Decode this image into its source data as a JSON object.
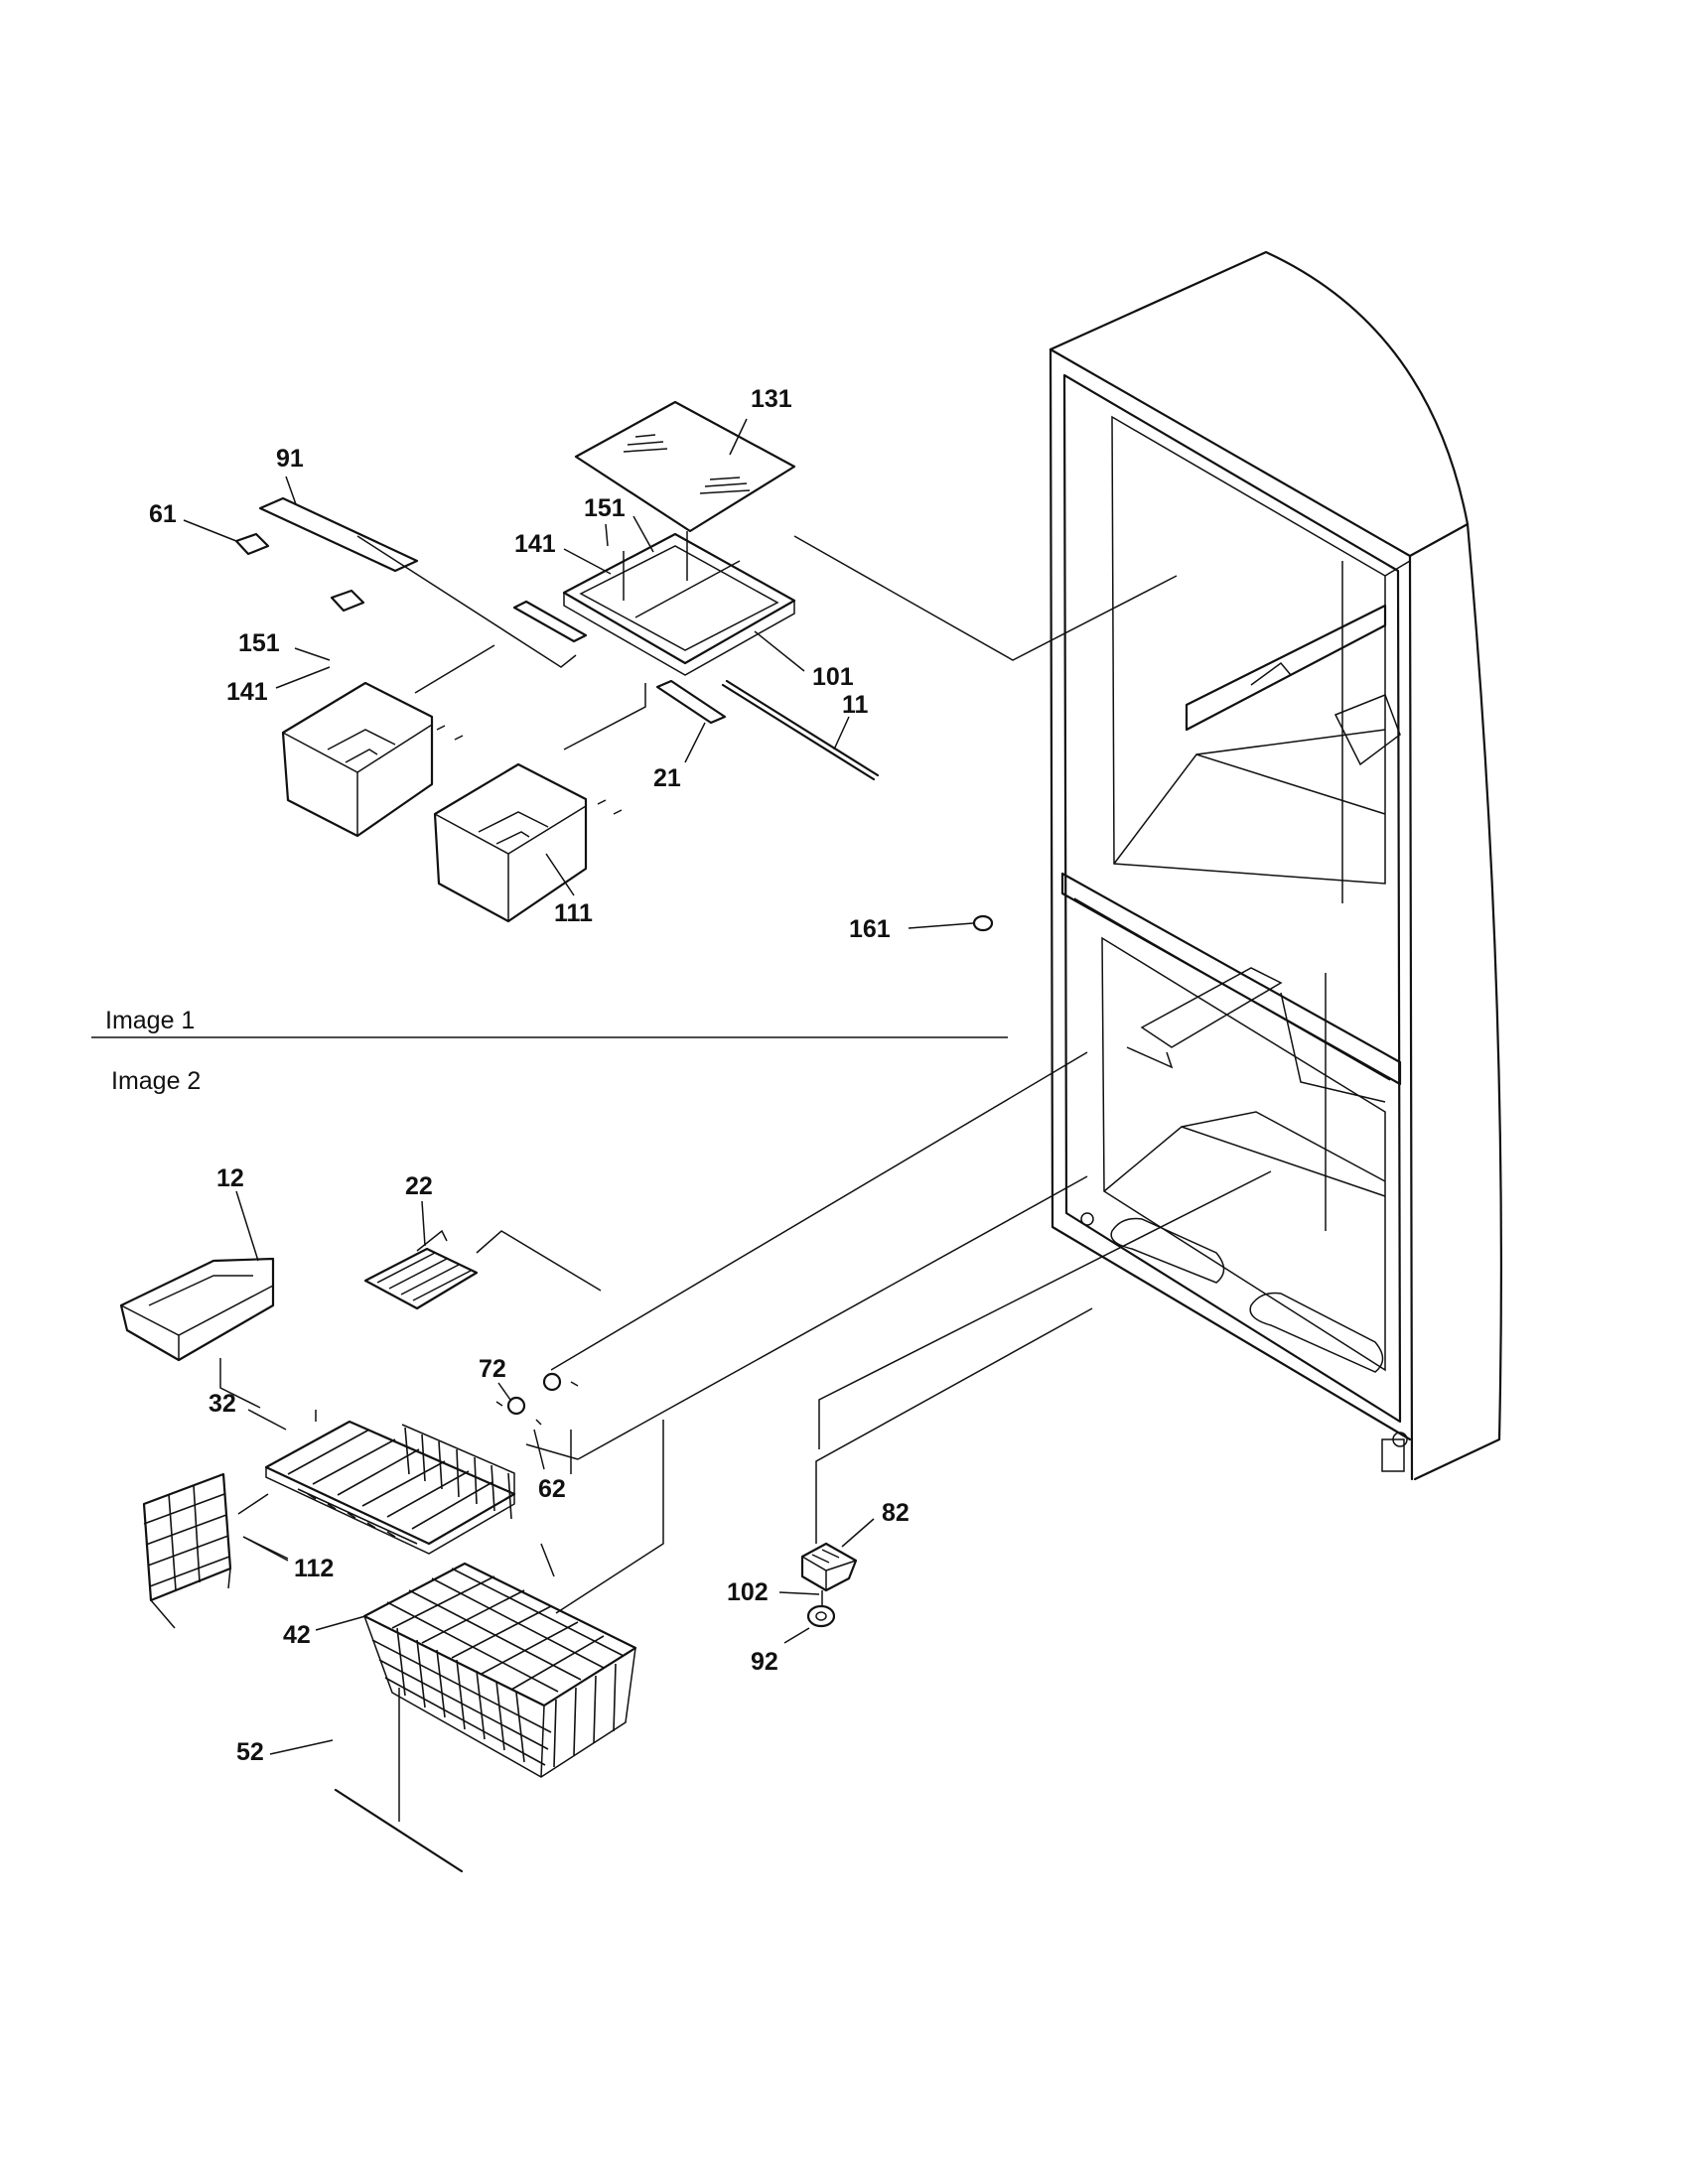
{
  "sections": {
    "image1": "Image 1",
    "image2": "Image 2"
  },
  "parts": {
    "p11": "11",
    "p21": "21",
    "p61": "61",
    "p91": "91",
    "p101": "101",
    "p111": "111",
    "p131": "131",
    "p141a": "141",
    "p141b": "141",
    "p151a": "151",
    "p151b": "151",
    "p161": "161",
    "p12": "12",
    "p22": "22",
    "p32": "32",
    "p42": "42",
    "p52": "52",
    "p62": "62",
    "p72": "72",
    "p82": "82",
    "p92": "92",
    "p102": "102",
    "p112": "112"
  }
}
